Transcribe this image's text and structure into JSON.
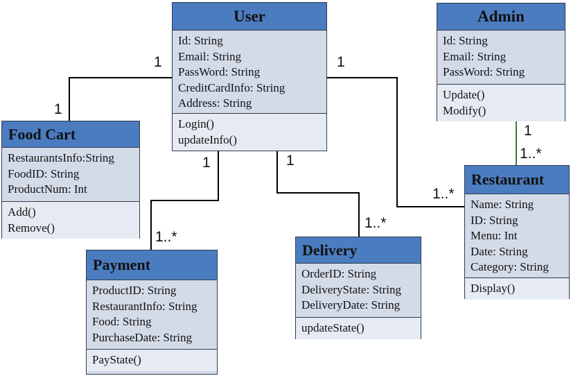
{
  "classes": {
    "user": {
      "name": "User",
      "attributes": [
        "Id: String",
        "Email: String",
        "PassWord: String",
        "CreditCardInfo: String",
        "Address: String"
      ],
      "methods": [
        "Login()",
        "updateInfo()"
      ]
    },
    "admin": {
      "name": "Admin",
      "attributes": [
        "Id: String",
        "Email: String",
        "PassWord: String"
      ],
      "methods": [
        "Update()",
        "Modify()"
      ]
    },
    "food_cart": {
      "name": "Food Cart",
      "attributes": [
        "RestaurantsInfo:String",
        "FoodID: String",
        "ProductNum: Int"
      ],
      "methods": [
        "Add()",
        "Remove()"
      ]
    },
    "restaurant": {
      "name": "Restaurant",
      "attributes": [
        "Name: String",
        "ID: String",
        "Menu: Int",
        "Date: String",
        "Category: String"
      ],
      "methods": [
        "Display()"
      ]
    },
    "payment": {
      "name": "Payment",
      "attributes": [
        "ProductID: String",
        "RestaurantInfo: String",
        "Food: String",
        "PurchaseDate: String"
      ],
      "methods": [
        "PayState()"
      ]
    },
    "delivery": {
      "name": "Delivery",
      "attributes": [
        "OrderID: String",
        "DeliveryState: String",
        "DeliveryDate: String"
      ],
      "methods": [
        "updateState()"
      ]
    }
  },
  "multiplicities": {
    "user_cart_user": "1",
    "user_cart_cart": "1",
    "user_restaurant_user": "1",
    "user_restaurant_restaurant": "1..*",
    "admin_restaurant_admin": "1",
    "admin_restaurant_restaurant": "1..*",
    "user_payment_user": "1",
    "user_payment_payment": "1..*",
    "user_delivery_user": "1",
    "user_delivery_delivery": "1..*"
  },
  "colors": {
    "header": "#4b7cc0",
    "body": "#d4dbe8",
    "methods": "#e6ebf3",
    "border": "#2f3b4f",
    "admin_link": "#3a7a3a"
  }
}
